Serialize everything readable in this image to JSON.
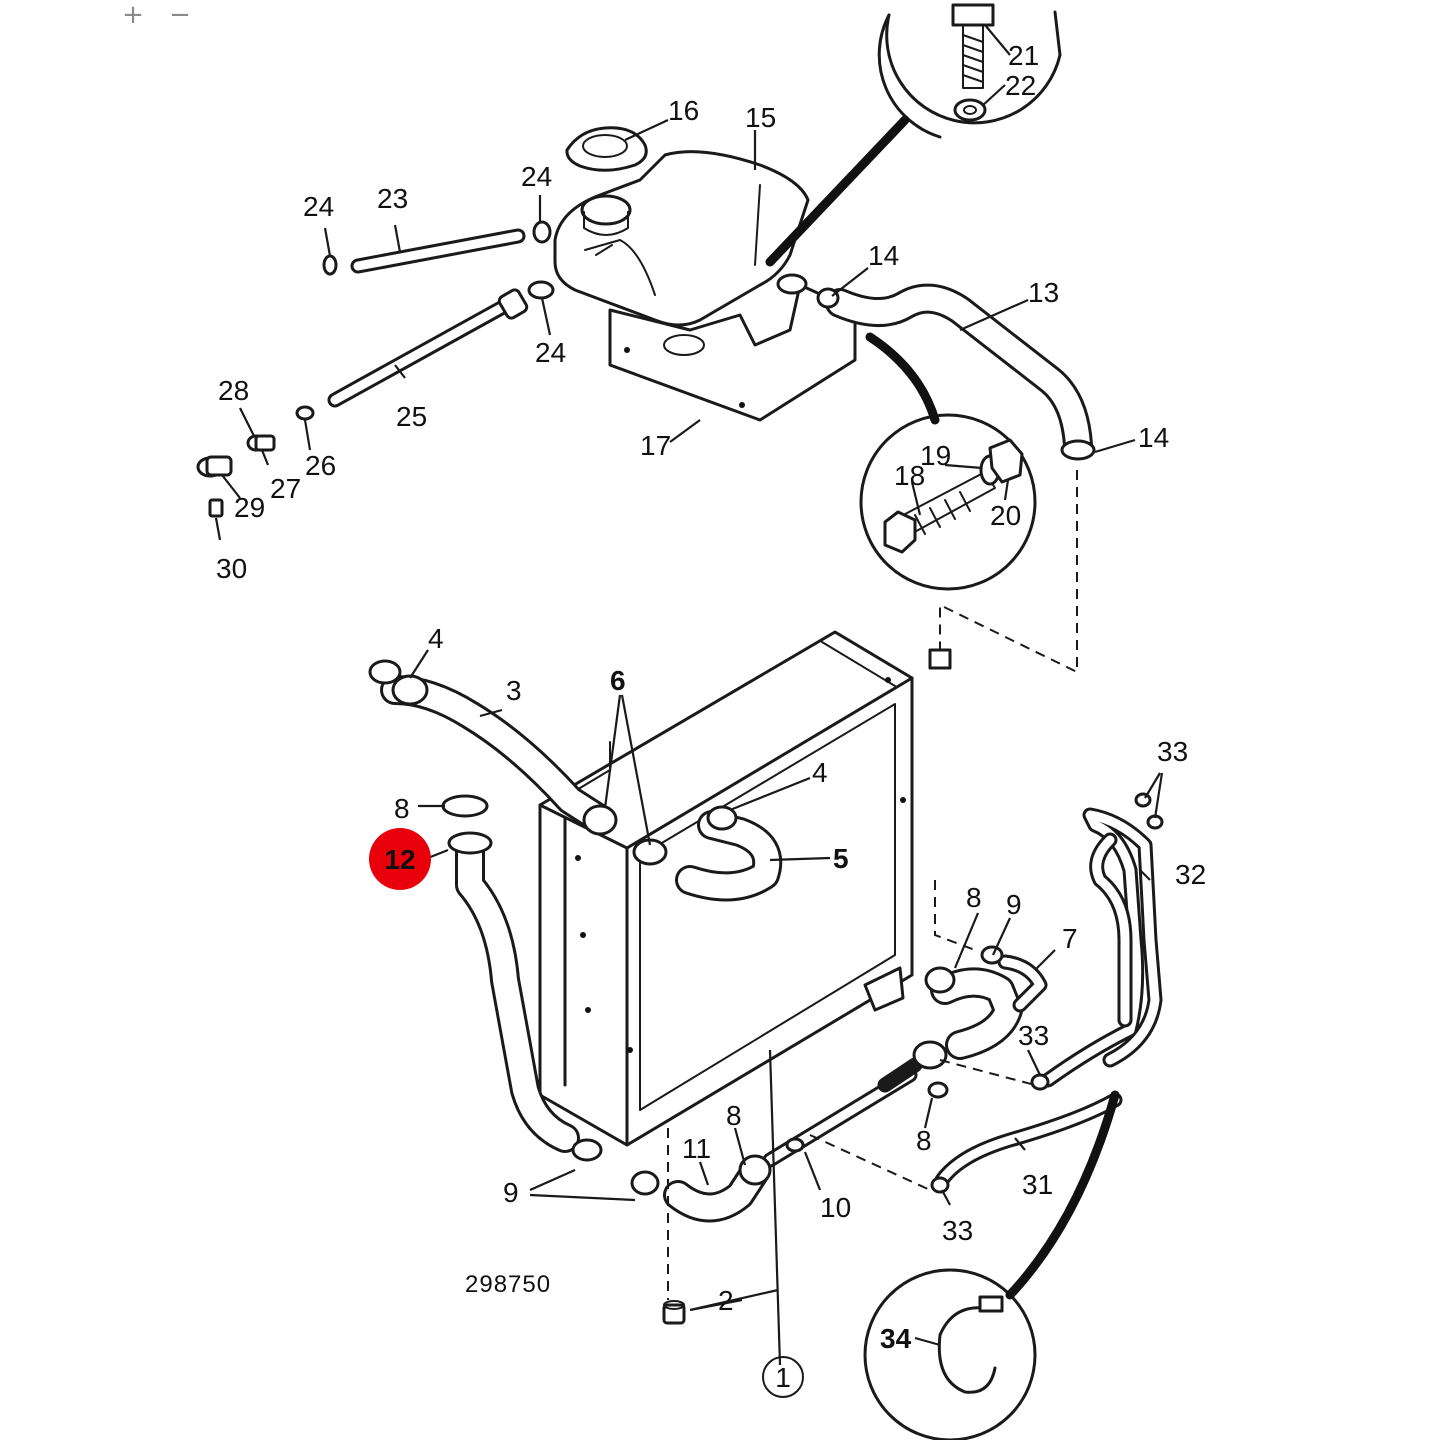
{
  "zoom_controls": {
    "zoom_in": "+",
    "zoom_out": "−"
  },
  "diagram": {
    "figure_number": "298750",
    "callouts": {
      "c1": "1",
      "c2": "2",
      "c3": "3",
      "c4a": "4",
      "c4b": "4",
      "c5": "5",
      "c6": "6",
      "c7": "7",
      "c8a": "8",
      "c8b": "8",
      "c8c": "8",
      "c8d": "8",
      "c9a": "9",
      "c9b": "9",
      "c10": "10",
      "c11": "11",
      "c12": "12",
      "c13": "13",
      "c14a": "14",
      "c14b": "14",
      "c15": "15",
      "c16": "16",
      "c17": "17",
      "c18": "18",
      "c19": "19",
      "c20": "20",
      "c21": "21",
      "c22": "22",
      "c23": "23",
      "c24a": "24",
      "c24b": "24",
      "c24c": "24",
      "c25": "25",
      "c26": "26",
      "c27": "27",
      "c28": "28",
      "c29": "29",
      "c30": "30",
      "c31": "31",
      "c32": "32",
      "c33a": "33",
      "c33b": "33",
      "c33c": "33",
      "c34": "34"
    },
    "highlight_color": "#e8000b"
  }
}
